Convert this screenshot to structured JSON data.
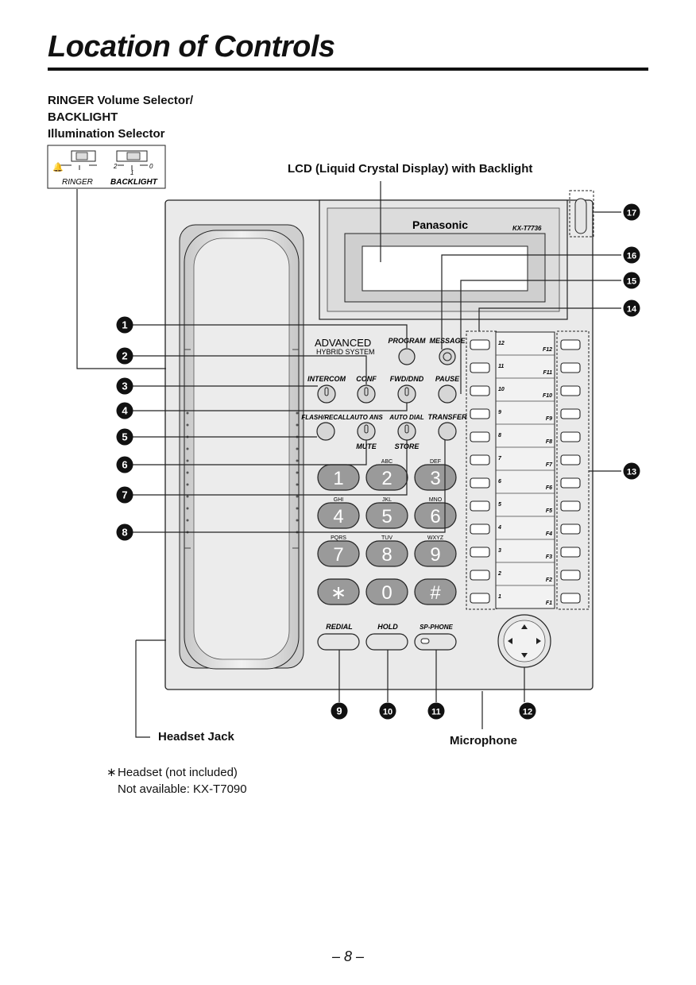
{
  "page": {
    "title": "Location of Controls",
    "page_number": "– 8 –"
  },
  "callouts": {
    "ringer_selector": [
      "RINGER Volume Selector/",
      "BACKLIGHT",
      "Illumination Selector"
    ],
    "lcd": "LCD (Liquid Crystal Display) with Backlight",
    "headset_jack": "Headset Jack",
    "microphone": "Microphone"
  },
  "selector_inset": {
    "ringer_label": "RINGER",
    "backlight_label": "BACKLIGHT",
    "backlight_marks": [
      "2",
      "1",
      "0"
    ]
  },
  "footnote": {
    "symbol": "∗",
    "line1": "Headset (not included)",
    "line2": "Not available: KX-T7090"
  },
  "phone": {
    "brand": "Panasonic",
    "model": "KX-T7736",
    "system_label_1": "ADVANCED",
    "system_label_2": "HYBRID SYSTEM",
    "function_keys": {
      "program": "PROGRAM",
      "message": "MESSAGE",
      "intercom": "INTERCOM",
      "conf": "CONF",
      "fwd_dnd": "FWD/DND",
      "pause": "PAUSE",
      "flash_recall": "FLASH/RECALL",
      "auto_ans": "AUTO ANS",
      "mute": "MUTE",
      "auto_dial": "AUTO DIAL",
      "store": "STORE",
      "transfer": "TRANSFER",
      "redial": "REDIAL",
      "hold": "HOLD",
      "sp_phone": "SP-PHONE"
    },
    "dialpad": [
      {
        "digit": "1",
        "letters": ""
      },
      {
        "digit": "2",
        "letters": "ABC"
      },
      {
        "digit": "3",
        "letters": "DEF"
      },
      {
        "digit": "4",
        "letters": "GHI"
      },
      {
        "digit": "5",
        "letters": "JKL"
      },
      {
        "digit": "6",
        "letters": "MNO"
      },
      {
        "digit": "7",
        "letters": "PQRS"
      },
      {
        "digit": "8",
        "letters": "TUV"
      },
      {
        "digit": "9",
        "letters": "WXYZ"
      },
      {
        "digit": "∗",
        "letters": ""
      },
      {
        "digit": "0",
        "letters": ""
      },
      {
        "digit": "#",
        "letters": ""
      }
    ],
    "flex_left_labels": [
      "12",
      "11",
      "10",
      "9",
      "8",
      "7",
      "6",
      "5",
      "4",
      "3",
      "2",
      "1"
    ],
    "flex_right_labels": [
      "F12",
      "F11",
      "F10",
      "F9",
      "F8",
      "F7",
      "F6",
      "F5",
      "F4",
      "F3",
      "F2",
      "F1"
    ]
  },
  "numbers": [
    "1",
    "2",
    "3",
    "4",
    "5",
    "6",
    "7",
    "8",
    "9",
    "10",
    "11",
    "12",
    "13",
    "14",
    "15",
    "16",
    "17"
  ],
  "colors": {
    "body": "#e9e9e9",
    "outline": "#222222",
    "key": "#9a9a9a",
    "badge": "#111111",
    "badge_text": "#ffffff"
  }
}
